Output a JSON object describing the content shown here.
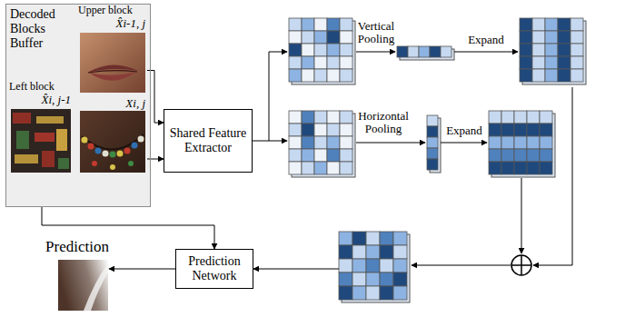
{
  "diagram": {
    "nodes": [
      {
        "text": [
          "Decoded Blocks Buffer"
        ]
      },
      {
        "text": [
          "Upper block",
          "X̂i-1, j"
        ],
        "in": 0
      },
      {
        "text": [
          "Left block",
          "X̂i, j-1"
        ],
        "in": 0
      },
      {
        "text": [
          "Xi, j"
        ],
        "in": 0
      },
      {
        "text": [
          "Shared Feature Extractor"
        ]
      },
      {
        "text": [
          "Prediction"
        ]
      },
      {
        "text": [
          "Prediction Network"
        ]
      }
    ],
    "edges": [
      {
        "from": 1,
        "to": 4,
        "arrow": "to"
      },
      {
        "from": 3,
        "to": 4,
        "arrow": "to"
      },
      {
        "from": 0,
        "to": 6,
        "arrow": "to"
      },
      {
        "from": 6,
        "to": 5,
        "arrow": "to"
      }
    ],
    "labels": [
      "Vertical Pooling",
      "Expand",
      "Horizontal Pooling",
      "Expand"
    ]
  }
}
